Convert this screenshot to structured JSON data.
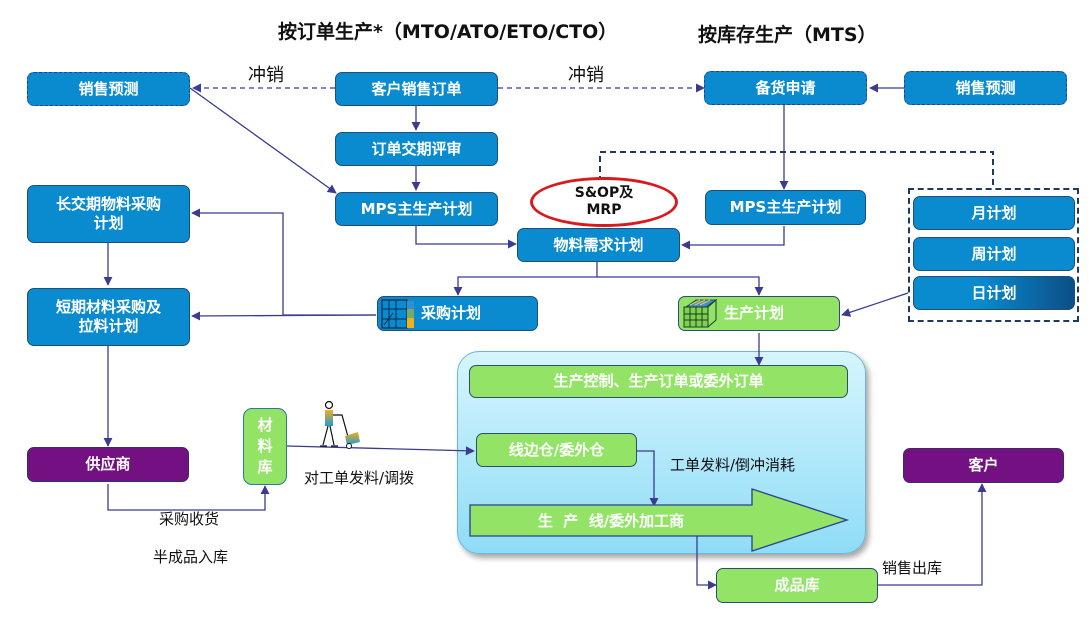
{
  "titles": {
    "mto": "按订单生产*（MTO/ATO/ETO/CTO）",
    "mts": "按库存生产（MTS）"
  },
  "labels": {
    "offset_left": "冲销",
    "offset_right": "冲销",
    "issue_transfer": "对工单发料/调拨",
    "purchase_receipt": "采购收货",
    "semi_finished_in": "半成品入库",
    "wo_issue_backflush": "工单发料/倒冲消耗",
    "sales_out": "销售出库"
  },
  "nodes": {
    "sales_forecast_left": "销售预测",
    "customer_sales_order": "客户销售订单",
    "stock_request": "备货申请",
    "sales_forecast_right": "销售预测",
    "order_delivery_review": "订单交期评审",
    "mps_left": "MPS主生产计划",
    "mps_right": "MPS主生产计划",
    "sop_mrp_line1": "S&OP及",
    "sop_mrp_line2": "MRP",
    "long_lead_line1": "长交期物料采购",
    "long_lead_line2": "计划",
    "material_requirements_plan": "物料需求计划",
    "monthly_plan": "月计划",
    "weekly_plan": "周计划",
    "daily_plan": "日计划",
    "short_term_line1": "短期材料采购及",
    "short_term_line2": "拉料计划",
    "purchase_plan": "采购计划",
    "production_plan": "生产计划",
    "production_control": "生产控制、生产订单或委外订单",
    "material_warehouse_1": "材",
    "material_warehouse_2": "料",
    "material_warehouse_3": "库",
    "supplier": "供应商",
    "line_side_warehouse": "线边仓/委外仓",
    "production_line": "生  产  线/委外加工商",
    "customer": "客户",
    "finished_goods_warehouse": "成品库"
  },
  "colors": {
    "blue_box": "#0a8bd0",
    "green_box": "#92e366",
    "purple_box": "#731082",
    "connector": "#3b3b8f",
    "highlight_ellipse": "#d8191e"
  }
}
